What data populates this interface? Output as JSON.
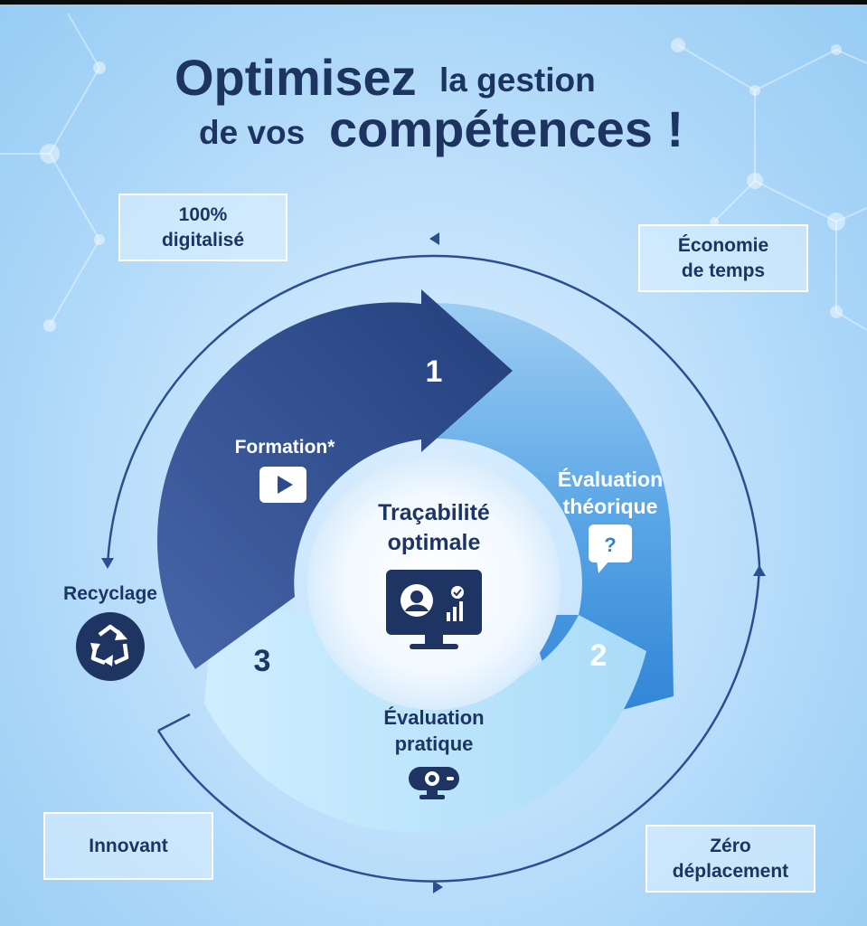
{
  "title": {
    "word_optimisez": "Optimisez",
    "word_la_gestion": "la gestion",
    "word_de_vos": "de vos",
    "word_competences": "compétences !"
  },
  "badges": {
    "digital": [
      "100%",
      "digitalisé"
    ],
    "economie": [
      "Économie",
      "de temps"
    ],
    "innovant": [
      "Innovant"
    ],
    "zero": [
      "Zéro",
      "déplacement"
    ]
  },
  "steps": [
    {
      "number": "1",
      "label": [
        "Formation*"
      ],
      "icon": "play-icon"
    },
    {
      "number": "2",
      "label": [
        "Évaluation",
        "théorique"
      ],
      "icon": "question-bubble-icon"
    },
    {
      "number": "3",
      "label": [
        "Évaluation",
        "pratique"
      ],
      "icon": "webcam-icon"
    }
  ],
  "center": {
    "label": [
      "Traçabilité",
      "optimale"
    ],
    "icon": "monitor-user-icon"
  },
  "recycle": {
    "label": "Recyclage",
    "icon": "recycle-icon"
  },
  "colors": {
    "title": "#1d3461",
    "step1": "#2e4a8f",
    "step2": "#3f8fdc",
    "step3": "#bfe4fb",
    "ring": "#2b4f8e",
    "icon_dark": "#1e3563"
  }
}
